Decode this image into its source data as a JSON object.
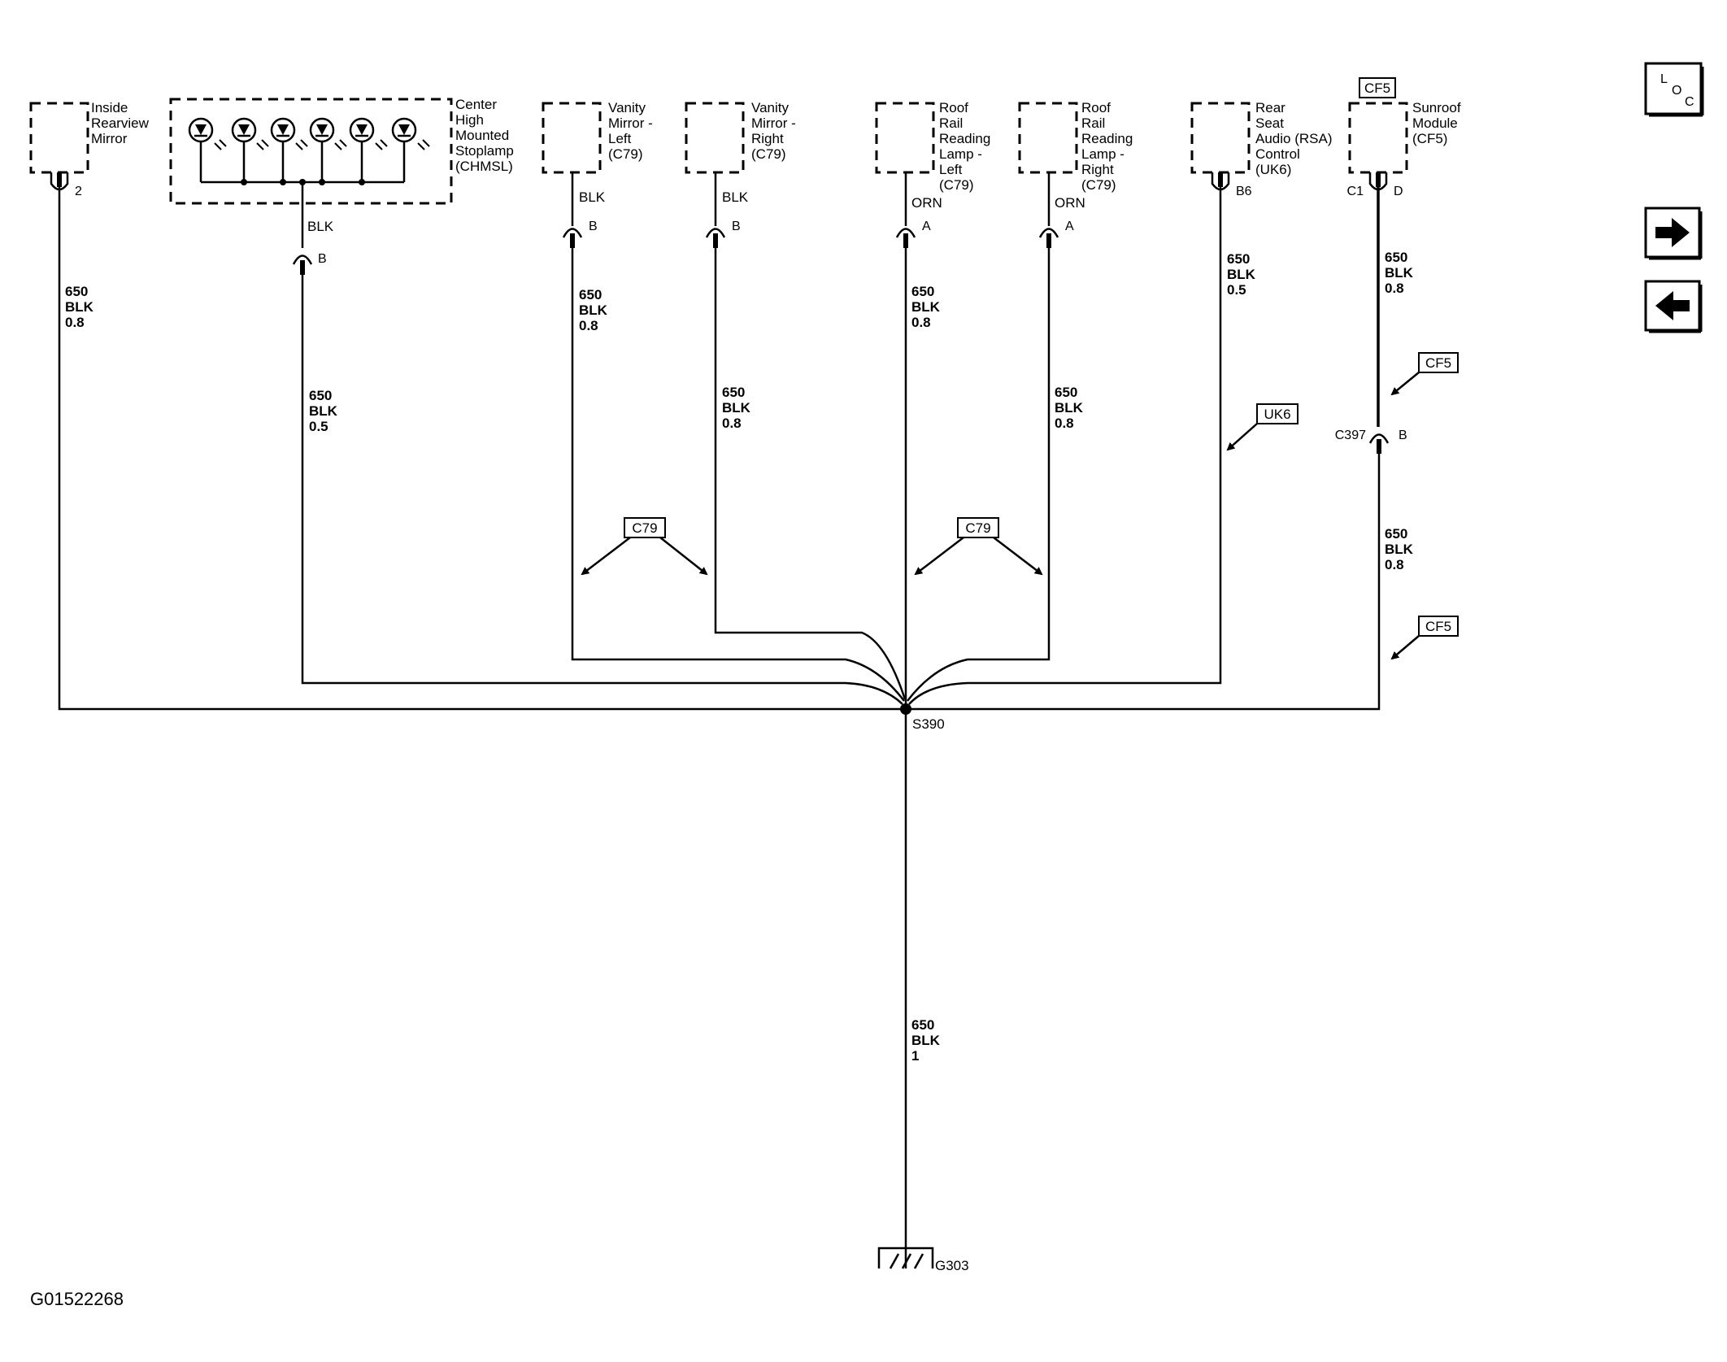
{
  "nav": {
    "loc_letters": [
      "L",
      "O",
      "C"
    ],
    "next_icon": "right-arrow-icon",
    "prev_icon": "left-arrow-icon"
  },
  "components": {
    "inside_mirror": [
      "Inside",
      "Rearview",
      "Mirror"
    ],
    "chmsl": [
      "Center",
      "High",
      "Mounted",
      "Stoplamp",
      "(CHMSL)"
    ],
    "vanity_left": [
      "Vanity",
      "Mirror -",
      "Left",
      "(C79)"
    ],
    "vanity_right": [
      "Vanity",
      "Mirror -",
      "Right",
      "(C79)"
    ],
    "roof_left": [
      "Roof",
      "Rail",
      "Reading",
      "Lamp -",
      "Left",
      "(C79)"
    ],
    "roof_right": [
      "Roof",
      "Rail",
      "Reading",
      "Lamp -",
      "Right",
      "(C79)"
    ],
    "rsa": [
      "Rear",
      "Seat",
      "Audio (RSA)",
      "Control",
      "(UK6)"
    ],
    "sunroof": [
      "Sunroof",
      "Module",
      "(CF5)"
    ]
  },
  "pins": {
    "inside_mirror": "2",
    "chmsl": "B",
    "vanity_left": "B",
    "vanity_right": "B",
    "roof_left": "A",
    "roof_right": "A",
    "rsa": "B6",
    "sunroof_connector": "C1",
    "sunroof_pin": "D",
    "c397_connector": "C397",
    "c397_pin": "B"
  },
  "wires": {
    "blk": "BLK",
    "orn": "ORN",
    "inside_mirror": [
      "650",
      "BLK",
      "0.8"
    ],
    "chmsl": [
      "650",
      "BLK",
      "0.5"
    ],
    "vanity_left": [
      "650",
      "BLK",
      "0.8"
    ],
    "vanity_right": [
      "650",
      "BLK",
      "0.8"
    ],
    "roof_left": [
      "650",
      "BLK",
      "0.8"
    ],
    "roof_right": [
      "650",
      "BLK",
      "0.8"
    ],
    "rsa": [
      "650",
      "BLK",
      "0.5"
    ],
    "sunroof_upper": [
      "650",
      "BLK",
      "0.8"
    ],
    "sunroof_lower": [
      "650",
      "BLK",
      "0.8"
    ],
    "ground": [
      "650",
      "BLK",
      "1"
    ]
  },
  "option_tags": {
    "cf5": "CF5",
    "uk6": "UK6",
    "c79": "C79"
  },
  "splice": "S390",
  "ground": "G303",
  "figure_id": "G01522268"
}
